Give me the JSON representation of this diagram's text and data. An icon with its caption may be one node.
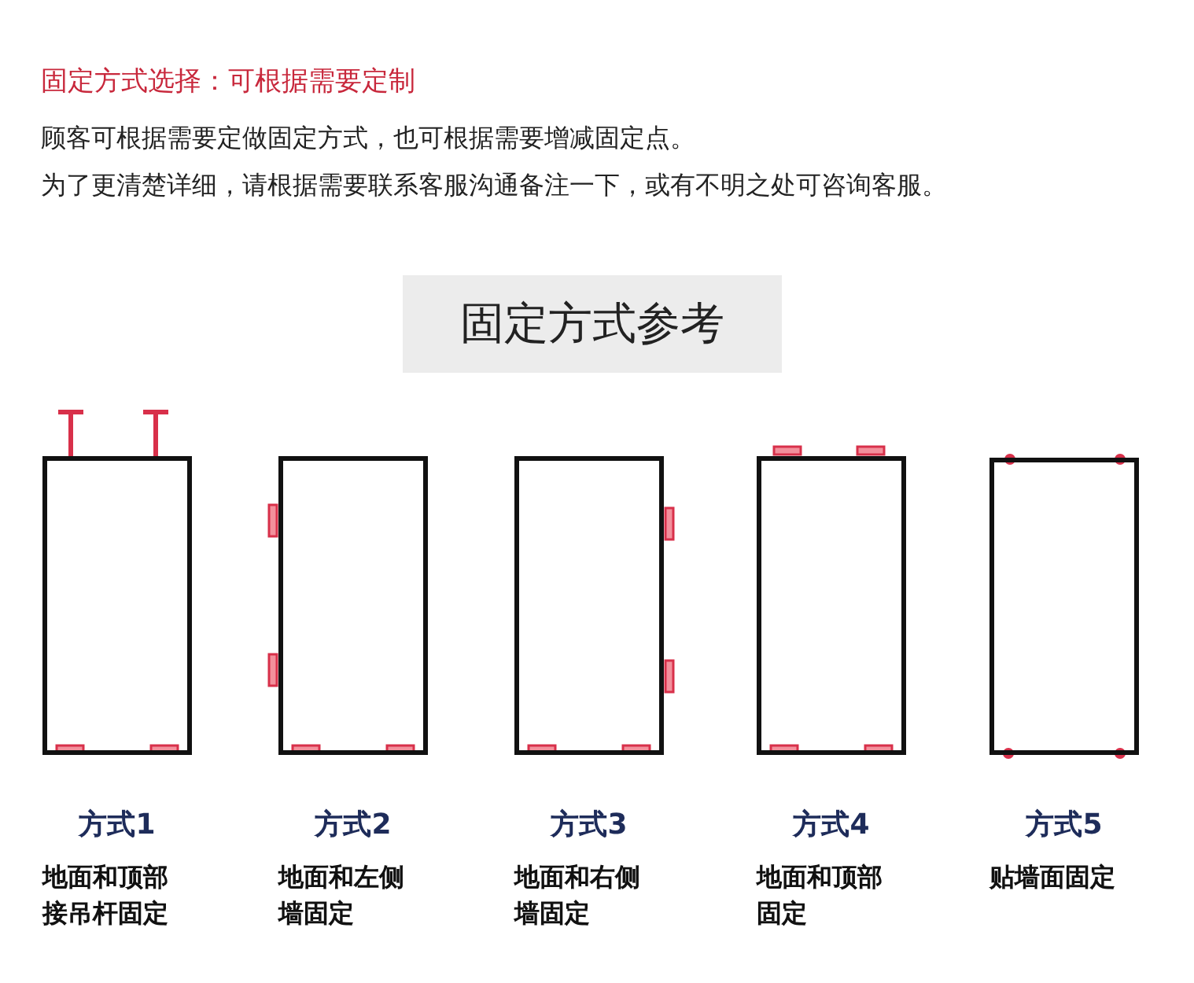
{
  "diagram": {
    "title": "固定方式选择：可根据需要定制",
    "nodes": [
      {
        "text": [
          "固定方式参考"
        ]
      },
      {
        "text": [],
        "shape": "box",
        "beside": [
          "方式1",
          "地面和顶部接吊杆固定"
        ]
      },
      {
        "text": [],
        "shape": "box",
        "beside": [
          "方式2",
          "地面和左侧墙固定"
        ]
      },
      {
        "text": [],
        "shape": "box",
        "beside": [
          "方式3",
          "地面和右侧墙固定"
        ]
      },
      {
        "text": [],
        "shape": "box",
        "beside": [
          "方式4",
          "地面和顶部固定"
        ]
      },
      {
        "text": [],
        "shape": "box",
        "beside": [
          "方式5",
          "贴墙面固定"
        ]
      }
    ],
    "labels": [
      "顾客可根据需要定做固定方式，也可根据需要增减固定点。",
      "为了更清楚详细，请根据需要联系客服沟通备注一下，或有不明之处可咨询客服。"
    ]
  }
}
